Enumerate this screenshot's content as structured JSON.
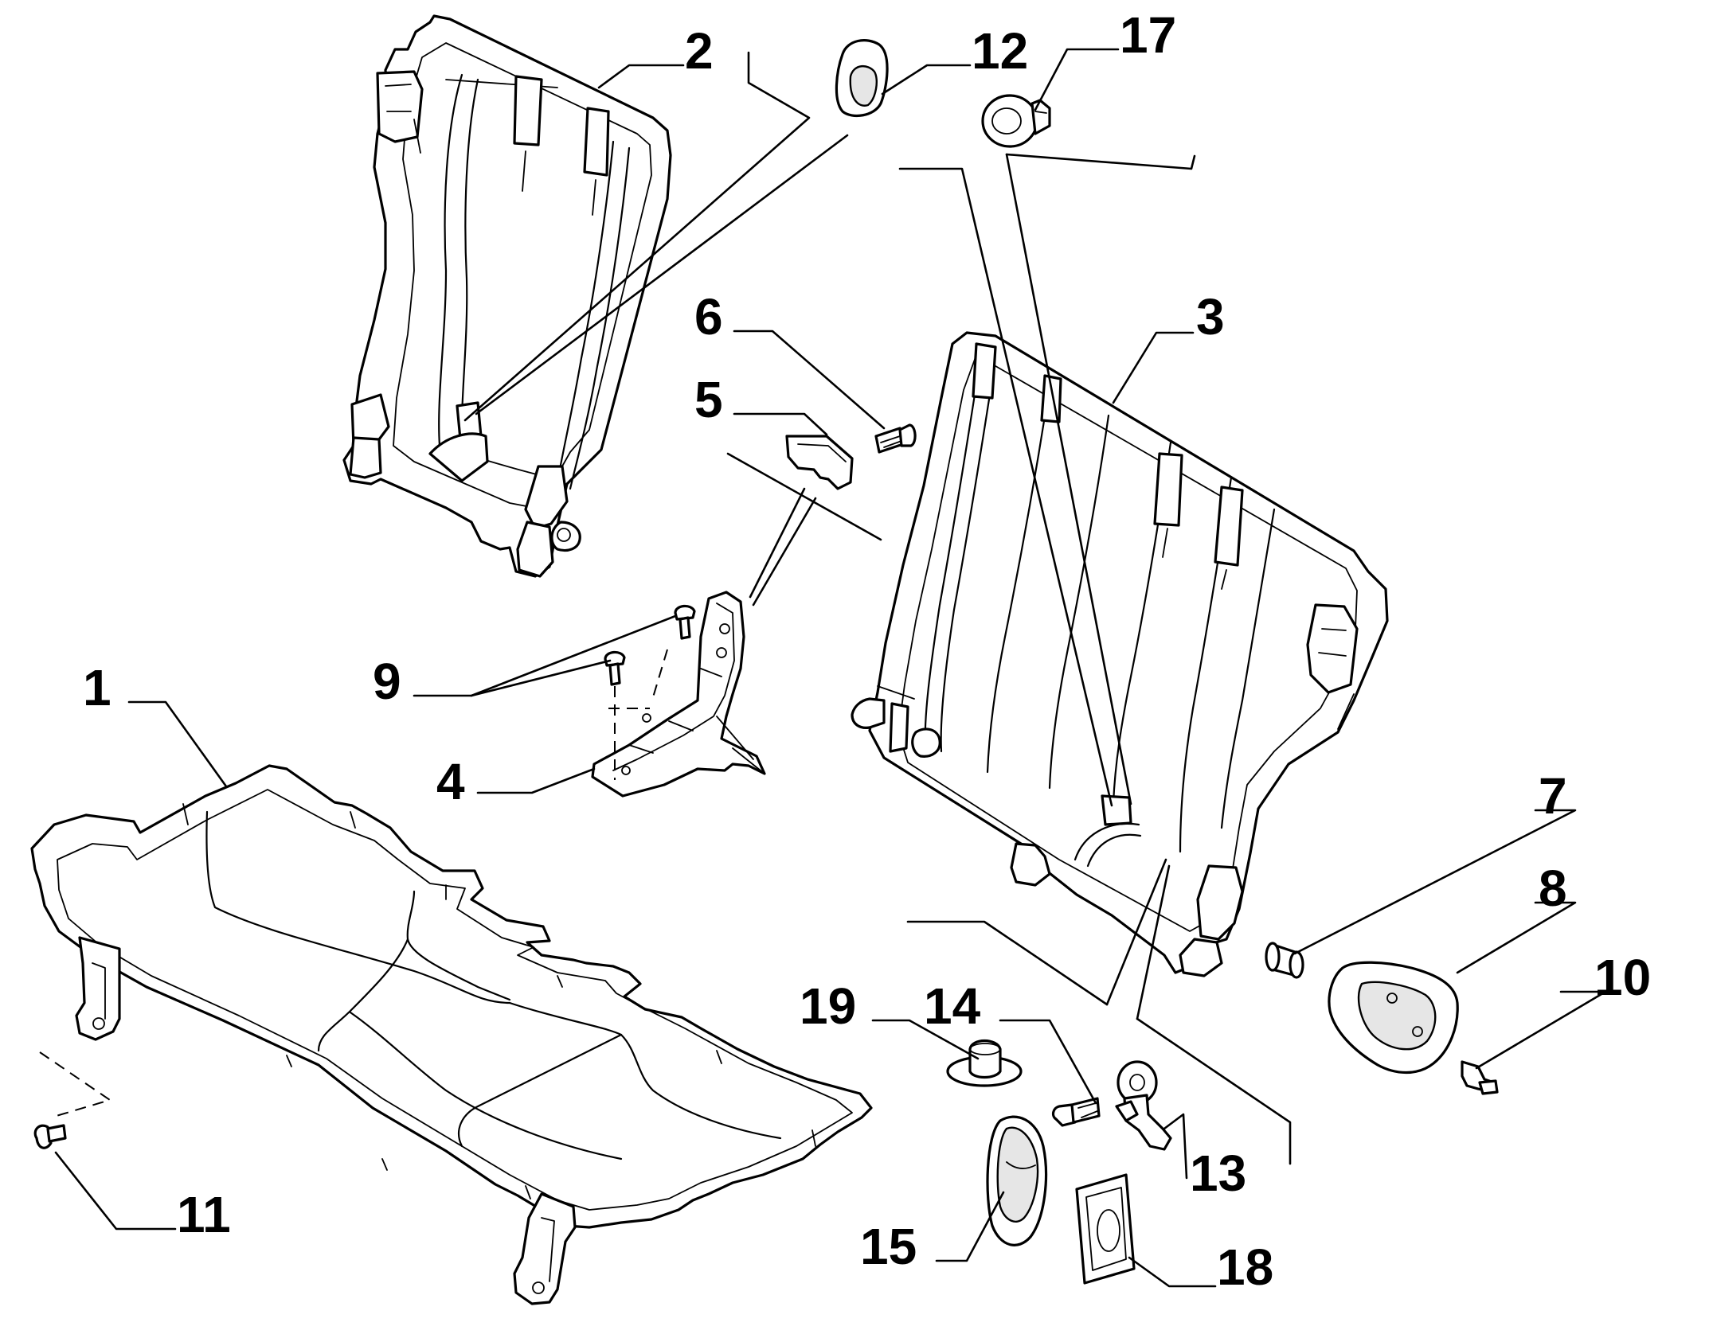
{
  "diagram": {
    "callouts": [
      {
        "id": "1",
        "label": "1"
      },
      {
        "id": "2",
        "label": "2"
      },
      {
        "id": "3",
        "label": "3"
      },
      {
        "id": "4",
        "label": "4"
      },
      {
        "id": "5",
        "label": "5"
      },
      {
        "id": "6",
        "label": "6"
      },
      {
        "id": "7",
        "label": "7"
      },
      {
        "id": "8",
        "label": "8"
      },
      {
        "id": "9",
        "label": "9"
      },
      {
        "id": "10",
        "label": "10"
      },
      {
        "id": "11",
        "label": "11"
      },
      {
        "id": "12",
        "label": "12"
      },
      {
        "id": "13",
        "label": "13"
      },
      {
        "id": "14",
        "label": "14"
      },
      {
        "id": "15",
        "label": "15"
      },
      {
        "id": "17",
        "label": "17"
      },
      {
        "id": "18",
        "label": "18"
      },
      {
        "id": "19",
        "label": "19"
      }
    ]
  }
}
